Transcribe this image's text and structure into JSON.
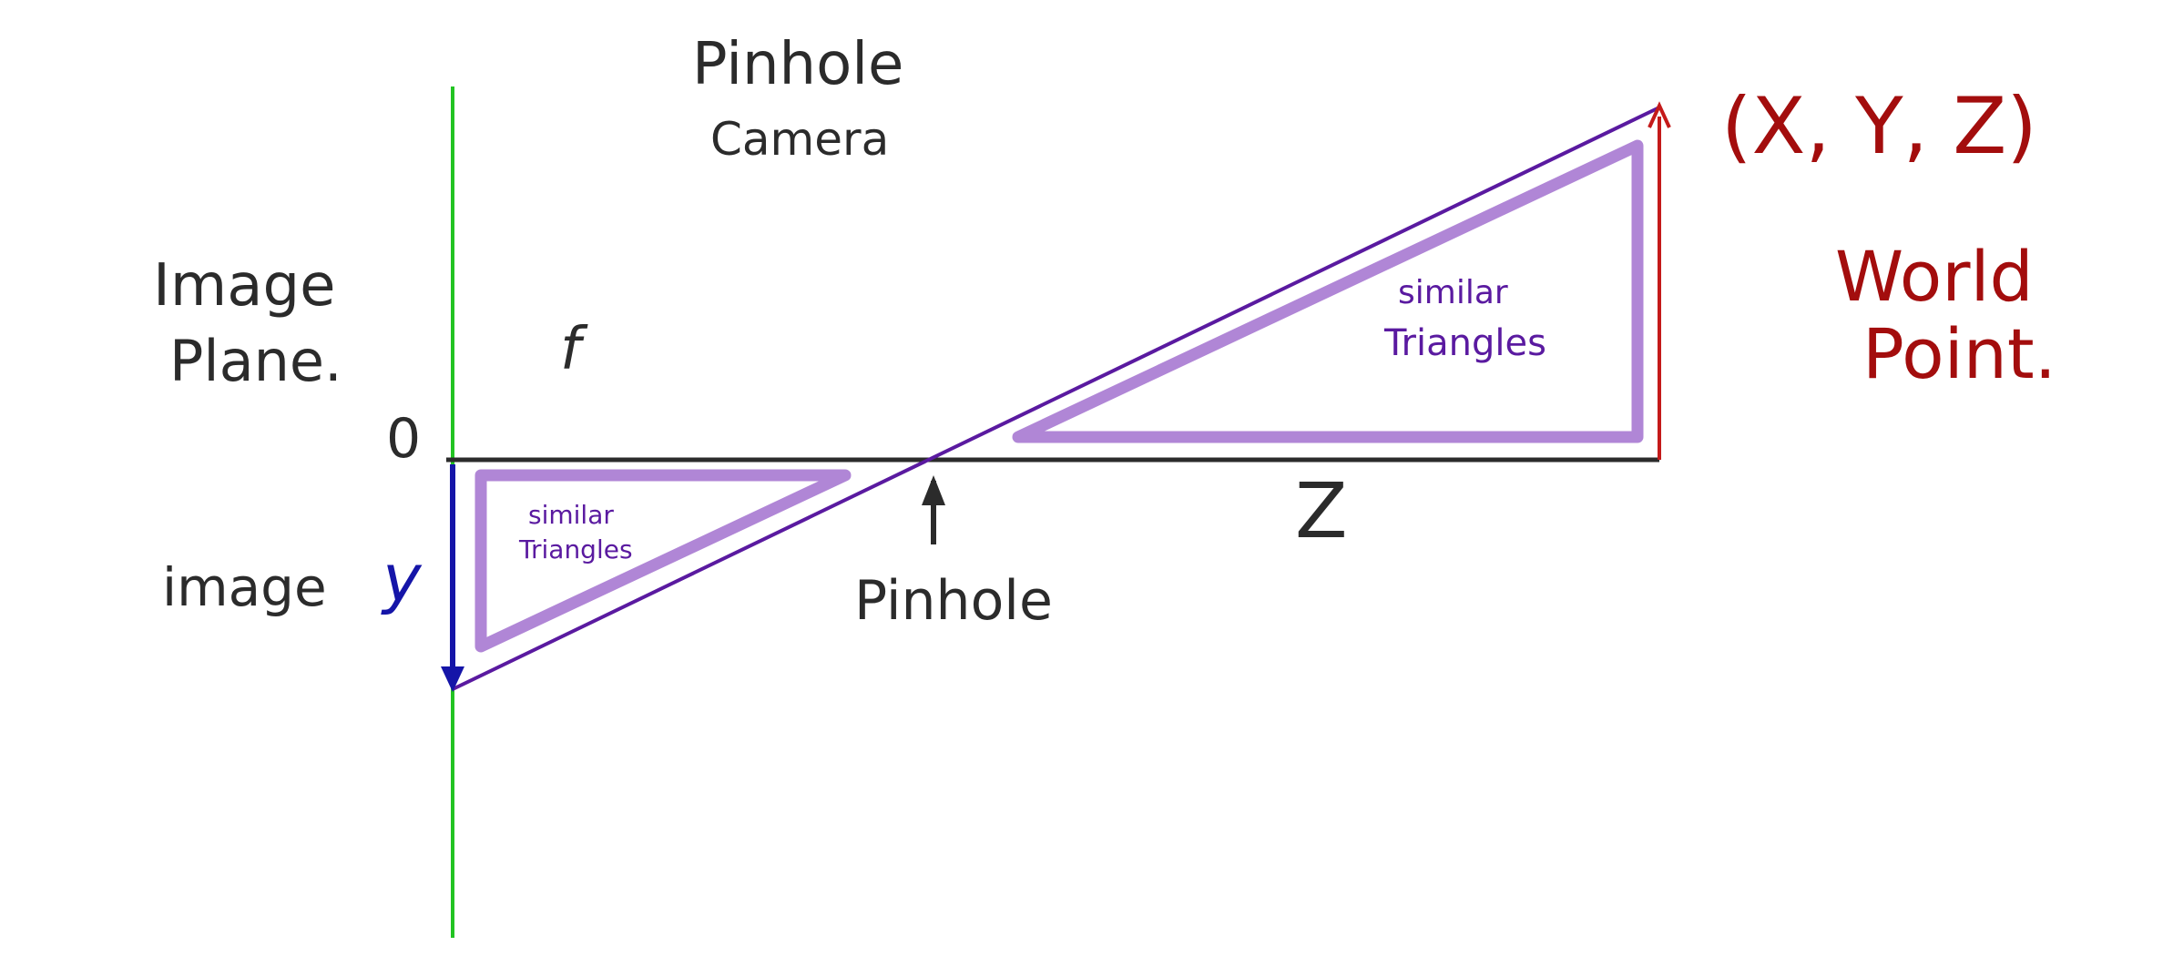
{
  "title": {
    "line1": "Pinhole",
    "line2": "Camera"
  },
  "image_plane_label": {
    "line1": "Image",
    "line2": "Plane."
  },
  "focal_length_label": "f",
  "origin_label": "0",
  "image_label": "image",
  "image_height_label": "y",
  "pinhole_label": "Pinhole",
  "depth_label": "Z",
  "world_point_coords": "(X, Y, Z)",
  "world_point_label": {
    "line1": "World",
    "line2": "Point."
  },
  "small_triangle_label": {
    "line1": "similar",
    "line2": "Triangles"
  },
  "large_triangle_label": {
    "line1": "similar",
    "line2": "Triangles"
  },
  "colors": {
    "image_plane": "#22c422",
    "axis": "#2b2b2b",
    "ray": "#5a1aa0",
    "triangle": "#b086d6",
    "image_arrow": "#1515a8",
    "world_arrow": "#c41a1a",
    "world_text": "#a30d0d"
  }
}
